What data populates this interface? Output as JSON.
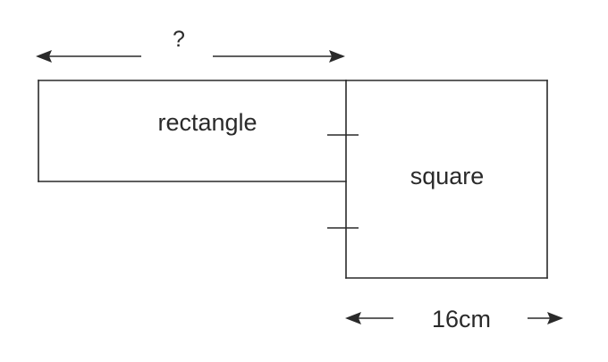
{
  "diagram": {
    "unknown_length_label": "?",
    "rectangle_label": "rectangle",
    "square_label": "square",
    "square_side_label": "16cm"
  }
}
